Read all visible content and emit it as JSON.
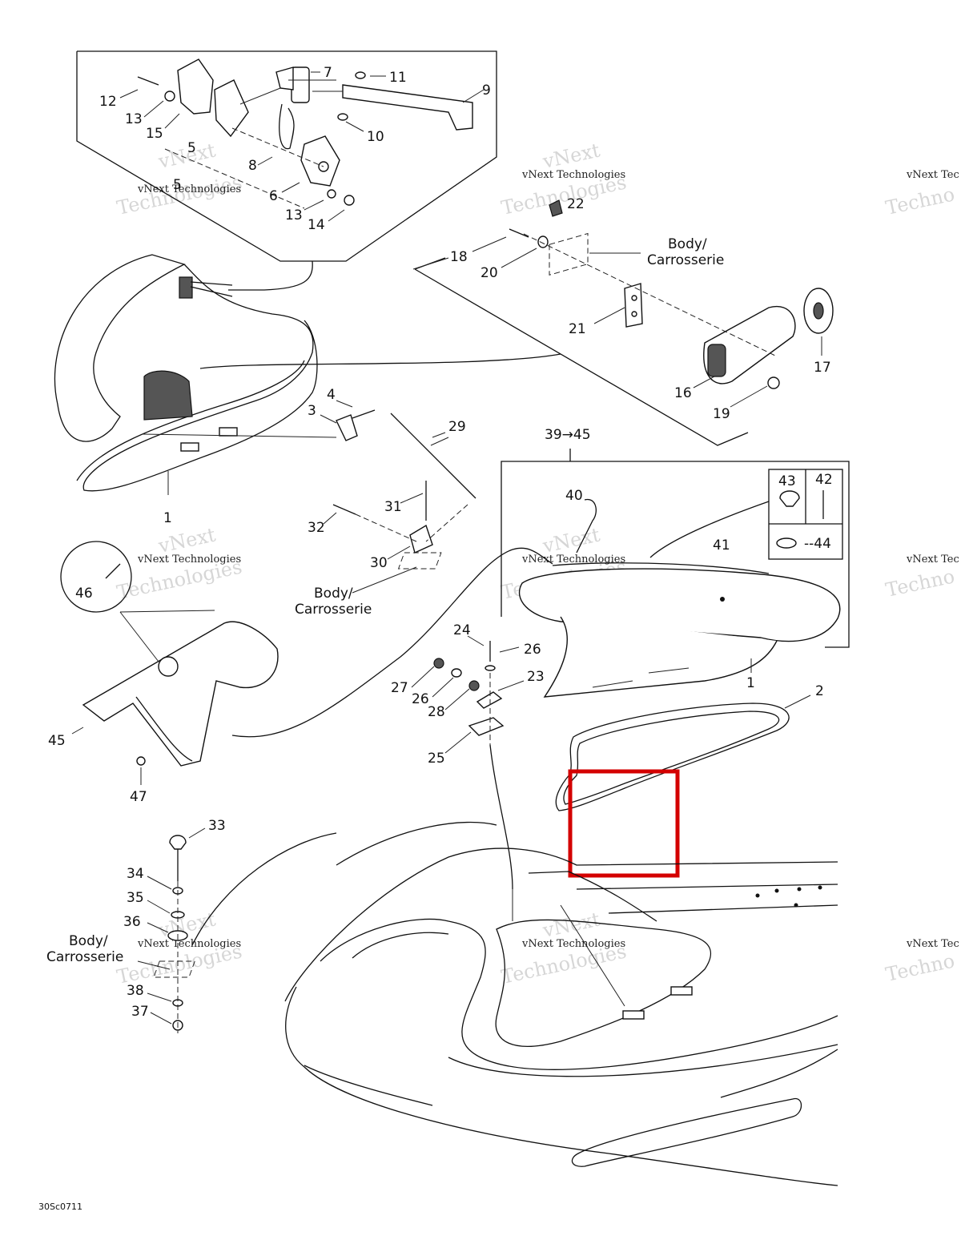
{
  "callouts": [
    {
      "id": "c7",
      "label": "7"
    },
    {
      "id": "c11",
      "label": "11"
    },
    {
      "id": "c9",
      "label": "9"
    },
    {
      "id": "c12",
      "label": "12"
    },
    {
      "id": "c13a",
      "label": "13"
    },
    {
      "id": "c15",
      "label": "15"
    },
    {
      "id": "c5a",
      "label": "5"
    },
    {
      "id": "c10",
      "label": "10"
    },
    {
      "id": "c8",
      "label": "8"
    },
    {
      "id": "c5b",
      "label": "5"
    },
    {
      "id": "c6",
      "label": "6"
    },
    {
      "id": "c13b",
      "label": "13"
    },
    {
      "id": "c14",
      "label": "14"
    },
    {
      "id": "c22",
      "label": "22"
    },
    {
      "id": "c18",
      "label": "18"
    },
    {
      "id": "c20",
      "label": "20"
    },
    {
      "id": "c21",
      "label": "21"
    },
    {
      "id": "c17",
      "label": "17"
    },
    {
      "id": "c16",
      "label": "16"
    },
    {
      "id": "c19",
      "label": "19"
    },
    {
      "id": "c4",
      "label": "4"
    },
    {
      "id": "c3",
      "label": "3"
    },
    {
      "id": "c29",
      "label": "29"
    },
    {
      "id": "c1a",
      "label": "1"
    },
    {
      "id": "c3945",
      "label": "39→45"
    },
    {
      "id": "c40",
      "label": "40"
    },
    {
      "id": "c43",
      "label": "43"
    },
    {
      "id": "c42",
      "label": "42"
    },
    {
      "id": "c44",
      "label": "--44"
    },
    {
      "id": "c41",
      "label": "41"
    },
    {
      "id": "c31",
      "label": "31"
    },
    {
      "id": "c32",
      "label": "32"
    },
    {
      "id": "c30",
      "label": "30"
    },
    {
      "id": "c46",
      "label": "46"
    },
    {
      "id": "c24",
      "label": "24"
    },
    {
      "id": "c26a",
      "label": "26"
    },
    {
      "id": "c23",
      "label": "23"
    },
    {
      "id": "c27",
      "label": "27"
    },
    {
      "id": "c26b",
      "label": "26"
    },
    {
      "id": "c28",
      "label": "28"
    },
    {
      "id": "c1b",
      "label": "1"
    },
    {
      "id": "c2",
      "label": "2"
    },
    {
      "id": "c25",
      "label": "25"
    },
    {
      "id": "c45",
      "label": "45"
    },
    {
      "id": "c47",
      "label": "47"
    },
    {
      "id": "c33",
      "label": "33"
    },
    {
      "id": "c34",
      "label": "34"
    },
    {
      "id": "c35",
      "label": "35"
    },
    {
      "id": "c36",
      "label": "36"
    },
    {
      "id": "c38",
      "label": "38"
    },
    {
      "id": "c37",
      "label": "37"
    }
  ],
  "body_labels": {
    "upper": [
      "Body/",
      "Carrosserie"
    ],
    "middle": [
      "Body/",
      "Carrosserie"
    ],
    "lower": [
      "Body/",
      "Carrosserie"
    ]
  },
  "watermark": {
    "line1": "vNext Technologies",
    "line2": "vNext",
    "line3": "Technologies",
    "line4": "vNext Tec",
    "line5": "Techno"
  },
  "drawing_code": "30Sc0711",
  "colors": {
    "highlight": "#d40000",
    "ink": "#111111",
    "watermark": "#c9c9c9"
  }
}
